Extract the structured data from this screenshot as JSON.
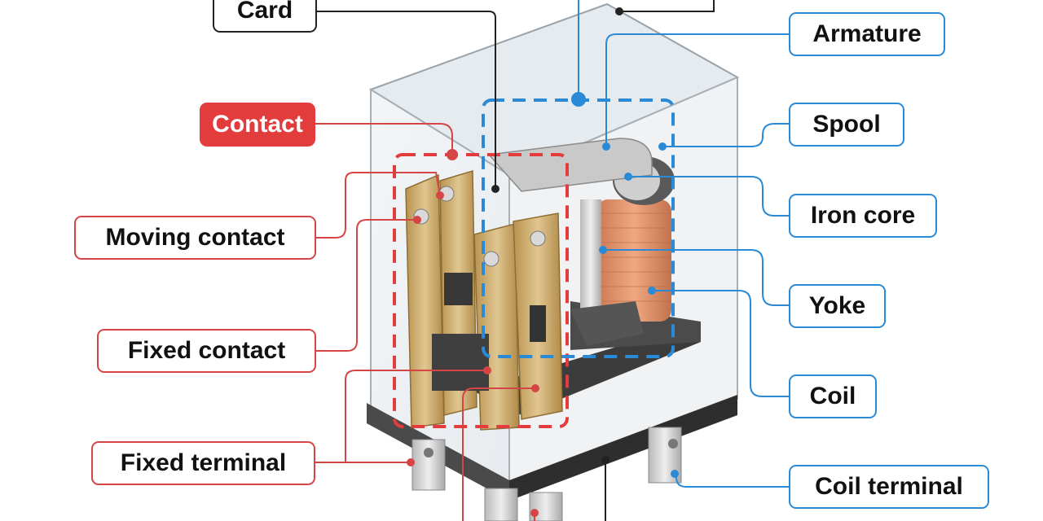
{
  "labels": {
    "card": "Card",
    "contact": "Contact",
    "moving_contact": "Moving contact",
    "fixed_contact": "Fixed contact",
    "fixed_terminal": "Fixed terminal",
    "armature": "Armature",
    "spool": "Spool",
    "iron_core": "Iron core",
    "yoke": "Yoke",
    "coil": "Coil",
    "coil_terminal": "Coil terminal"
  },
  "colors": {
    "contact_group": "#e23c3c",
    "electromagnet_group": "#2a8ad6",
    "neutral": "#222222",
    "brass": "#c9a866",
    "copper_coil": "#d98a62",
    "base": "#3a3a3a",
    "terminal_metal": "#d4d4d4"
  },
  "icons": [
    "relay-illustration"
  ]
}
